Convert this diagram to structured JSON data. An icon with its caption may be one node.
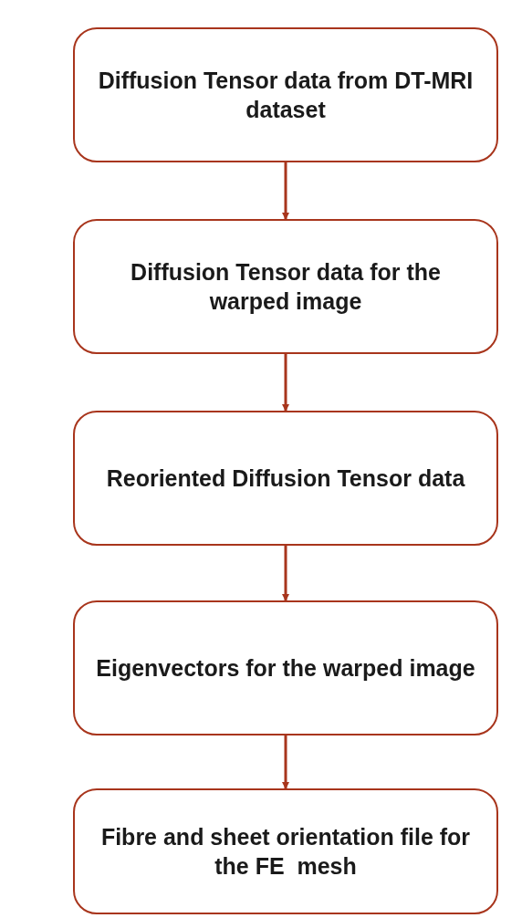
{
  "diagram": {
    "nodes": [
      {
        "text": [
          "Diffusion Tensor data from DT-MRI dataset"
        ]
      },
      {
        "text": [
          "Diffusion Tensor data for the warped image"
        ]
      },
      {
        "text": [
          "Reoriented Diffusion Tensor data"
        ]
      },
      {
        "text": [
          "Eigenvectors for the warped image"
        ]
      },
      {
        "text": [
          "Fibre and sheet orientation file for the FE  mesh"
        ]
      }
    ],
    "edges": [
      {
        "from": 0,
        "to": 1,
        "arrow": "to"
      },
      {
        "from": 1,
        "to": 2,
        "arrow": "to"
      },
      {
        "from": 2,
        "to": 3,
        "arrow": "to"
      },
      {
        "from": 3,
        "to": 4,
        "arrow": "to"
      }
    ]
  }
}
